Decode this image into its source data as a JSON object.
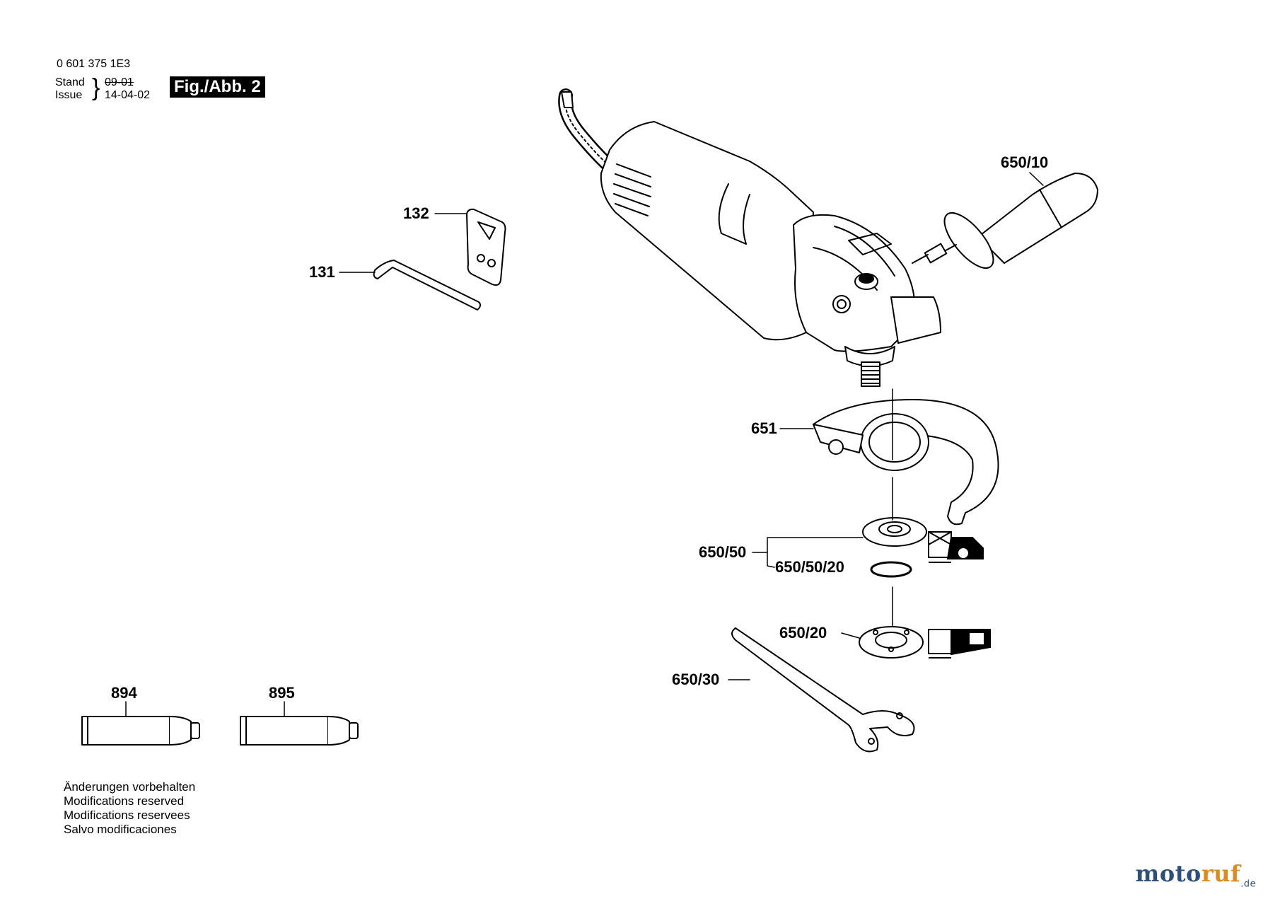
{
  "header": {
    "part_number": "0 601 375 1E3",
    "stand_label": "Stand",
    "issue_label": "Issue",
    "stand_date_struck": "09-01",
    "issue_date": "14-04-02",
    "figure_label": "Fig./Abb. 2"
  },
  "parts": {
    "p132": "132",
    "p131": "131",
    "p650_10": "650/10",
    "p651": "651",
    "p650_50": "650/50",
    "p650_50_20": "650/50/20",
    "p650_20": "650/20",
    "p650_30": "650/30",
    "p894": "894",
    "p895": "895"
  },
  "footer": {
    "line1": "Änderungen vorbehalten",
    "line2": "Modifications reserved",
    "line3": "Modifications reservees",
    "line4": "Salvo modificaciones"
  },
  "logo": {
    "part_a": "moto",
    "part_b": "ruf",
    "part_c": ".de"
  }
}
